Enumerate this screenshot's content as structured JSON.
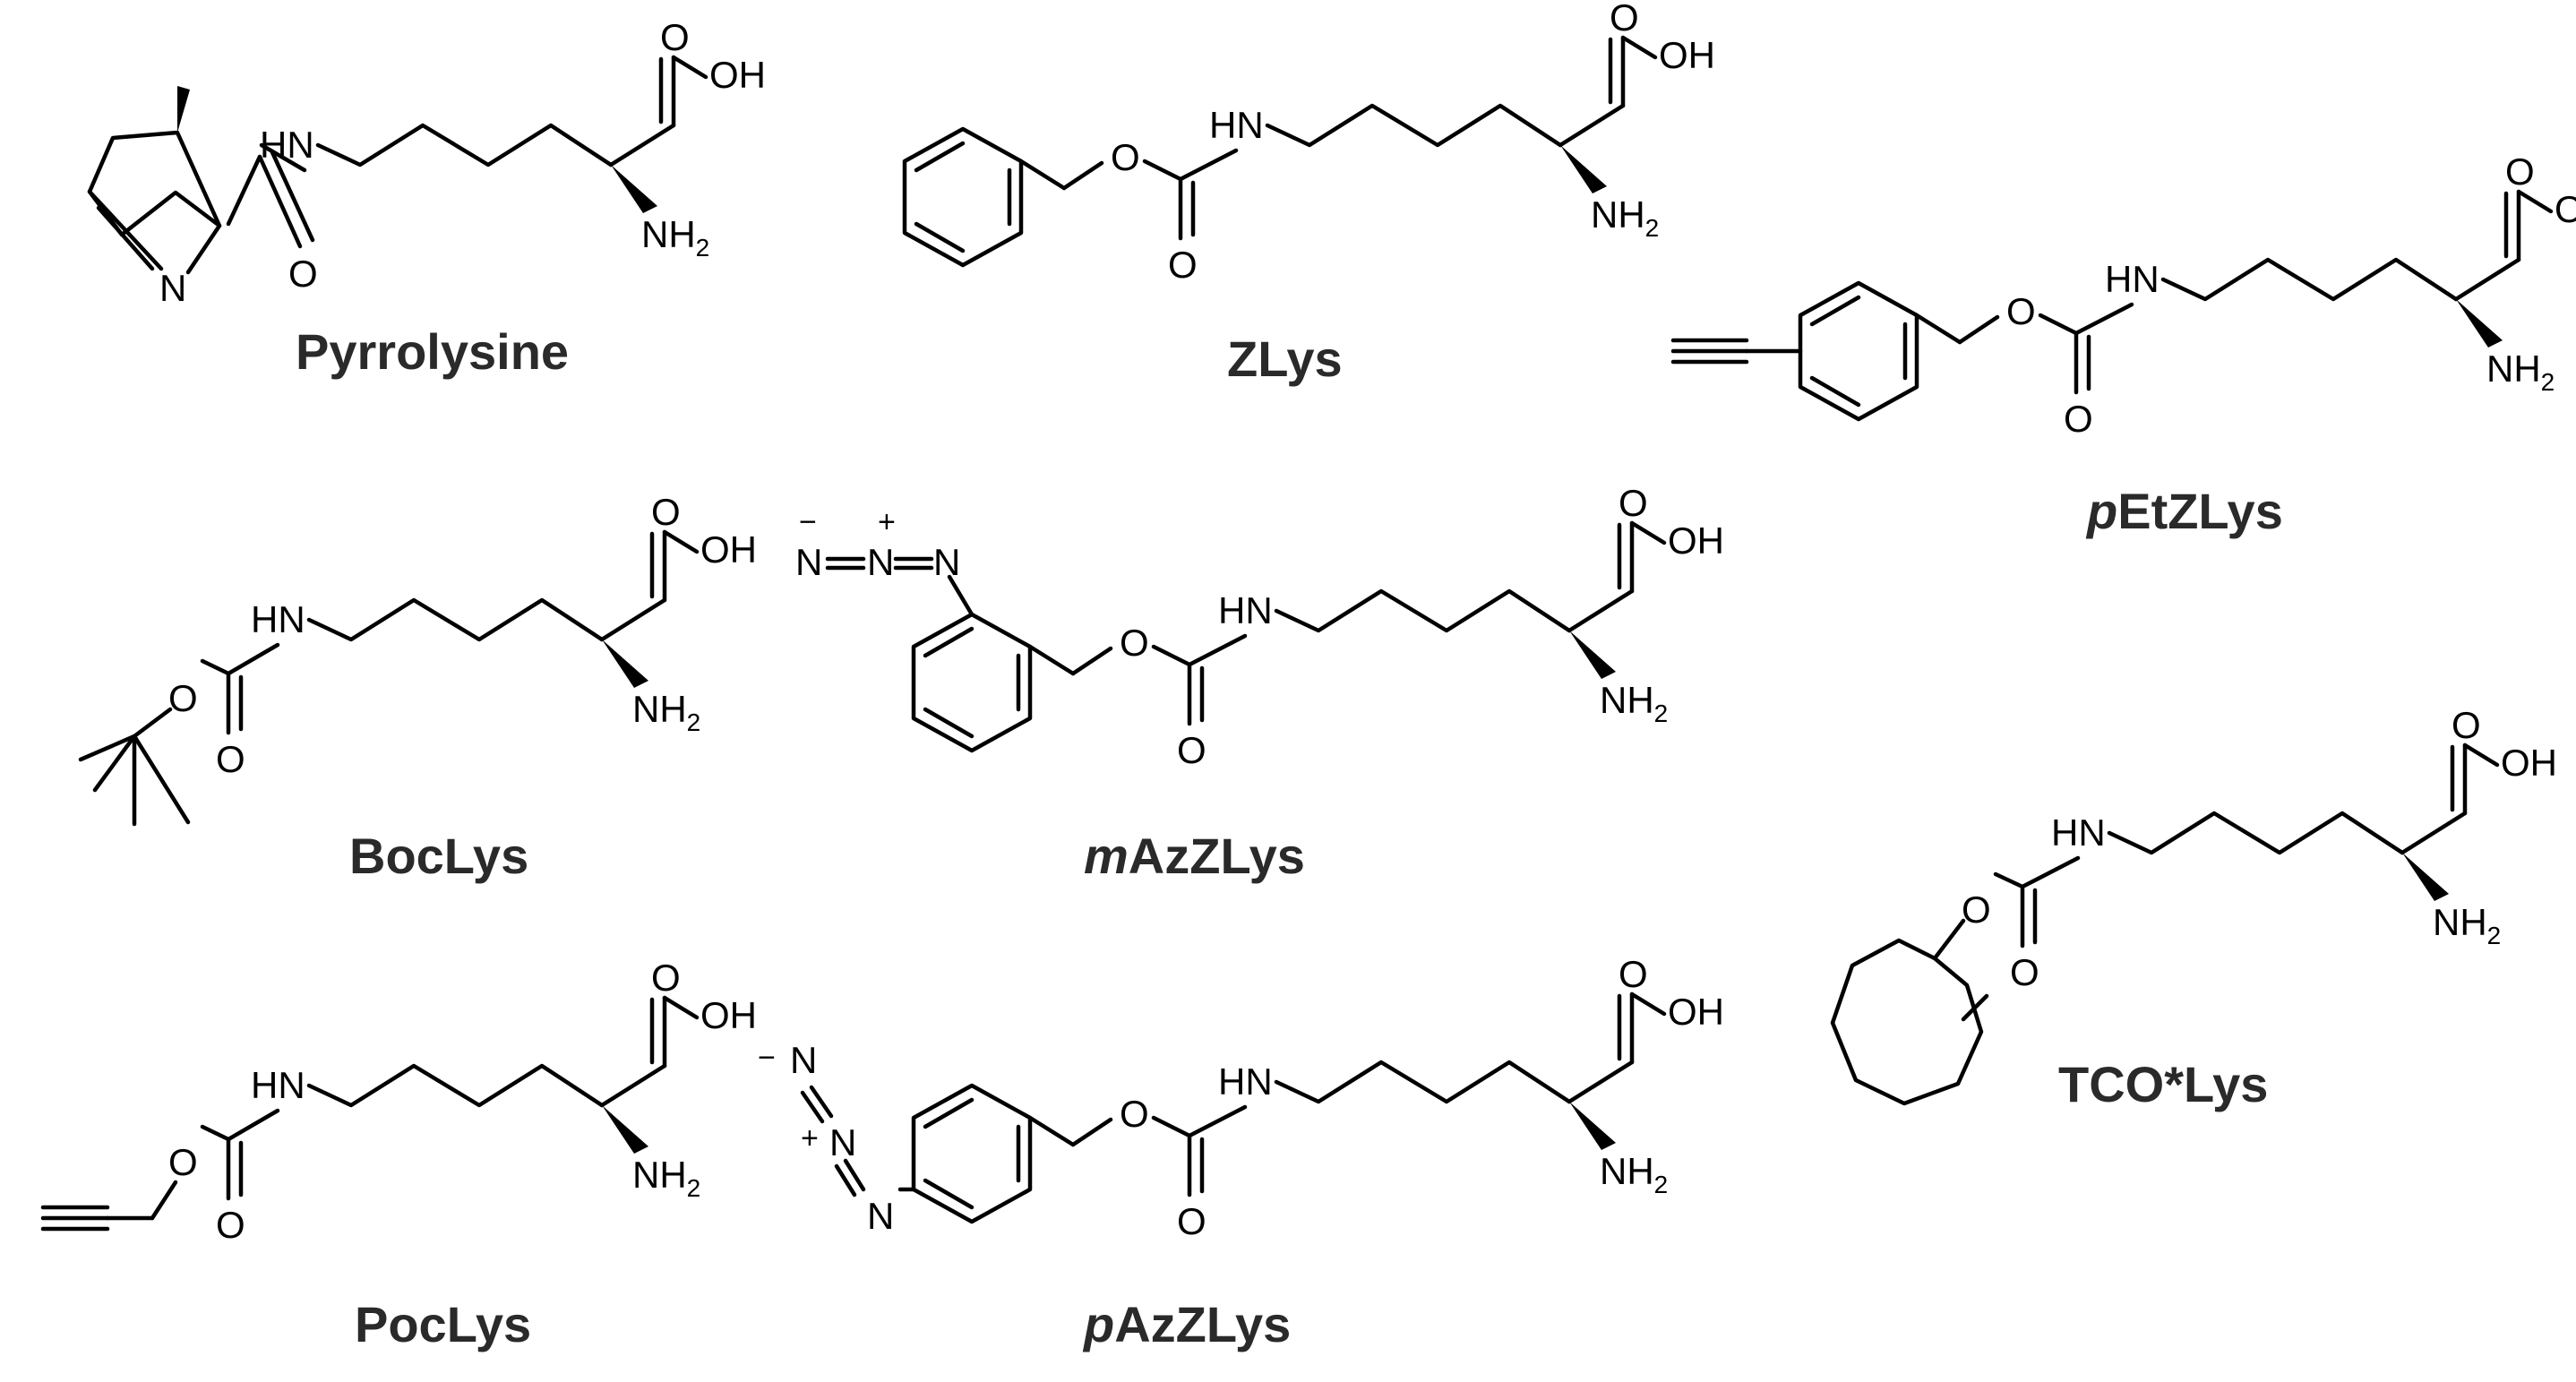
{
  "molecules": {
    "pyrrolysine": {
      "name": "Pyrrolysine"
    },
    "zlys": {
      "name": "ZLys"
    },
    "petzlys": {
      "name_prefix": "p",
      "name_rest": "EtZLys"
    },
    "boclys": {
      "name": "BocLys"
    },
    "mazzlys": {
      "name_prefix": "m",
      "name_rest": "AzZLys"
    },
    "tcolys": {
      "name": "TCO*Lys"
    },
    "poclys": {
      "name": "PocLys"
    },
    "pazzlys": {
      "name_prefix": "p",
      "name_rest": "AzZLys"
    }
  },
  "atoms": {
    "oxygen": "O",
    "hydroxyl": "OH",
    "nh": "HN",
    "nh2_main": "NH",
    "nh2_sub": "2",
    "nitrogen": "N",
    "minus": "−",
    "plus": "+"
  }
}
